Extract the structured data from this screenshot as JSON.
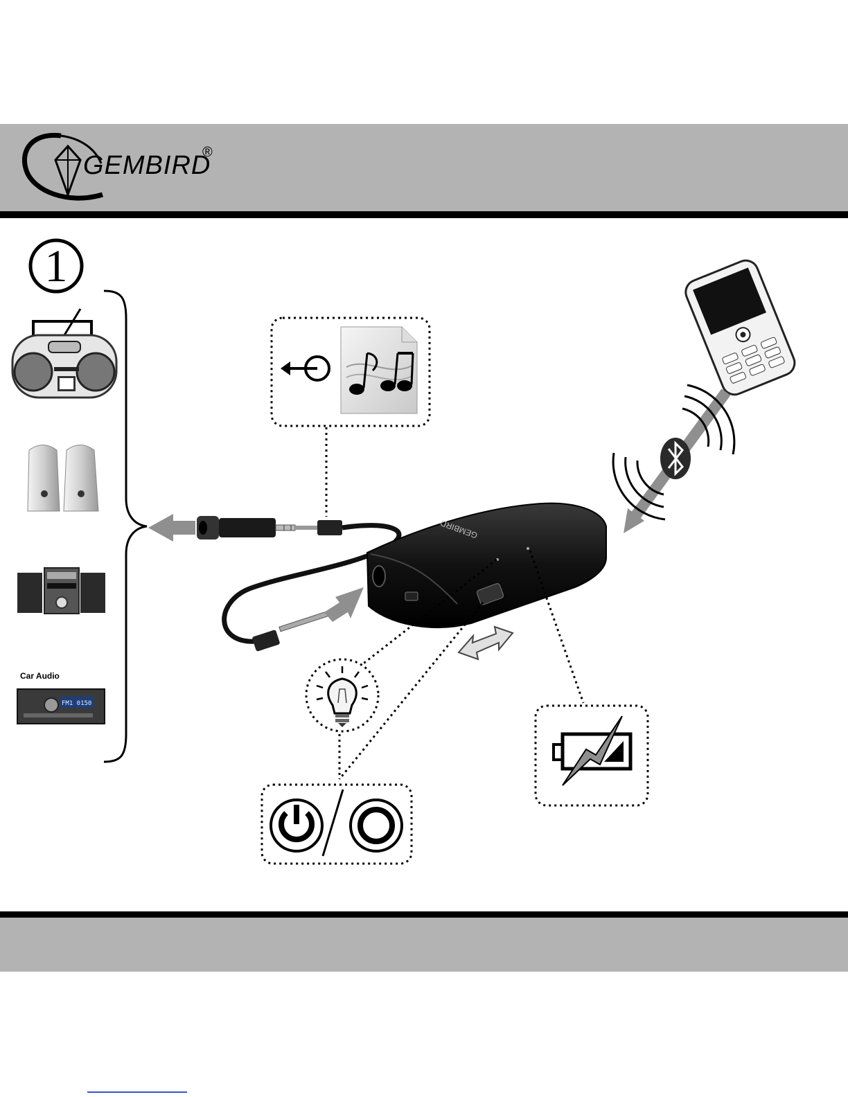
{
  "header": {
    "brand": "GEMBIRD",
    "registered_mark": "®"
  },
  "figure": {
    "step_number": "1",
    "car_audio_label": "Car Audio",
    "car_display_text": "FM1 0150",
    "device_brand": "GEMBIRD"
  },
  "icons": [
    "gembird-logo-icon",
    "boombox-icon",
    "pc-speakers-icon",
    "hifi-system-icon",
    "car-stereo-icon",
    "music-file-icon",
    "audio-out-icon",
    "mobile-phone-icon",
    "bluetooth-icon",
    "signal-waves-icon",
    "led-bulb-icon",
    "power-on-icon",
    "power-off-icon",
    "battery-charge-icon",
    "audio-adapter-icon",
    "audio-cable-icon",
    "bluetooth-receiver-device"
  ],
  "colors": {
    "band_gray": "#b3b3b3",
    "rule_black": "#000000",
    "arrow_gray": "#8f8f8f"
  }
}
